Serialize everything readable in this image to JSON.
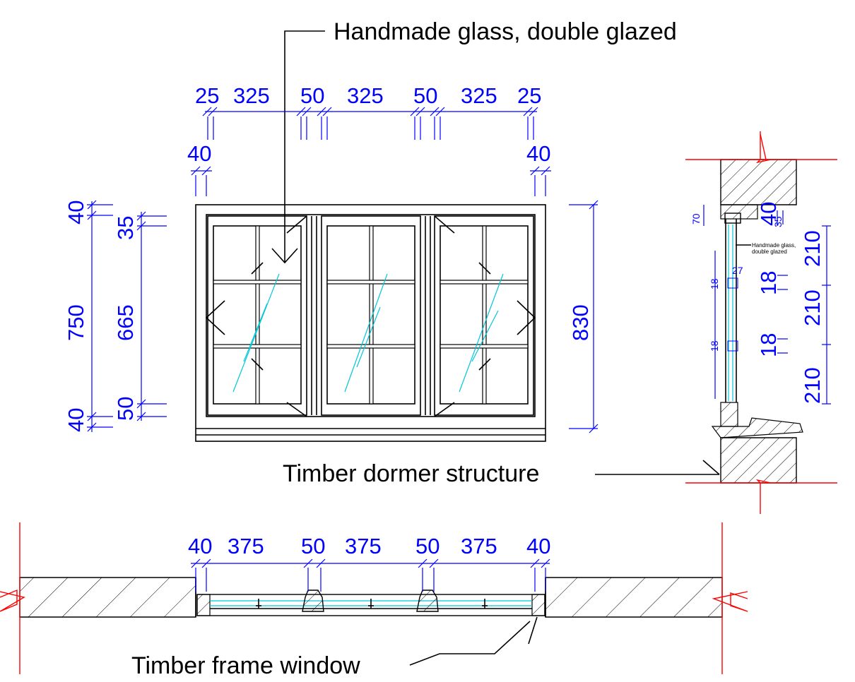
{
  "labels": {
    "glass": "Handmade glass, double glazed",
    "dormer": "Timber dormer structure",
    "frame": "Timber frame window",
    "section_glass_line1": "Handmade glass,",
    "section_glass_line2": "double glazed"
  },
  "elevation_dims": {
    "top_row": [
      "25",
      "325",
      "50",
      "325",
      "50",
      "325",
      "25"
    ],
    "second_row_left": "40",
    "second_row_right": "40",
    "left_outer": [
      "40",
      "750",
      "40"
    ],
    "left_inner": [
      "35",
      "665",
      "50"
    ],
    "right": "830"
  },
  "plan_dims": [
    "40",
    "375",
    "50",
    "375",
    "50",
    "375",
    "40"
  ],
  "section_dims": {
    "small_70": "70",
    "small_35": "35",
    "small_27": "27",
    "small_18a": "18",
    "small_18b": "18",
    "top_40": "40",
    "big_18a": "18",
    "big_18b": "18",
    "right_210": [
      "210",
      "210",
      "210"
    ]
  },
  "colors": {
    "dimension": "#0000ff",
    "wall_cut": "#ff0000",
    "glass": "#00c8d8",
    "lines": "#000000"
  }
}
